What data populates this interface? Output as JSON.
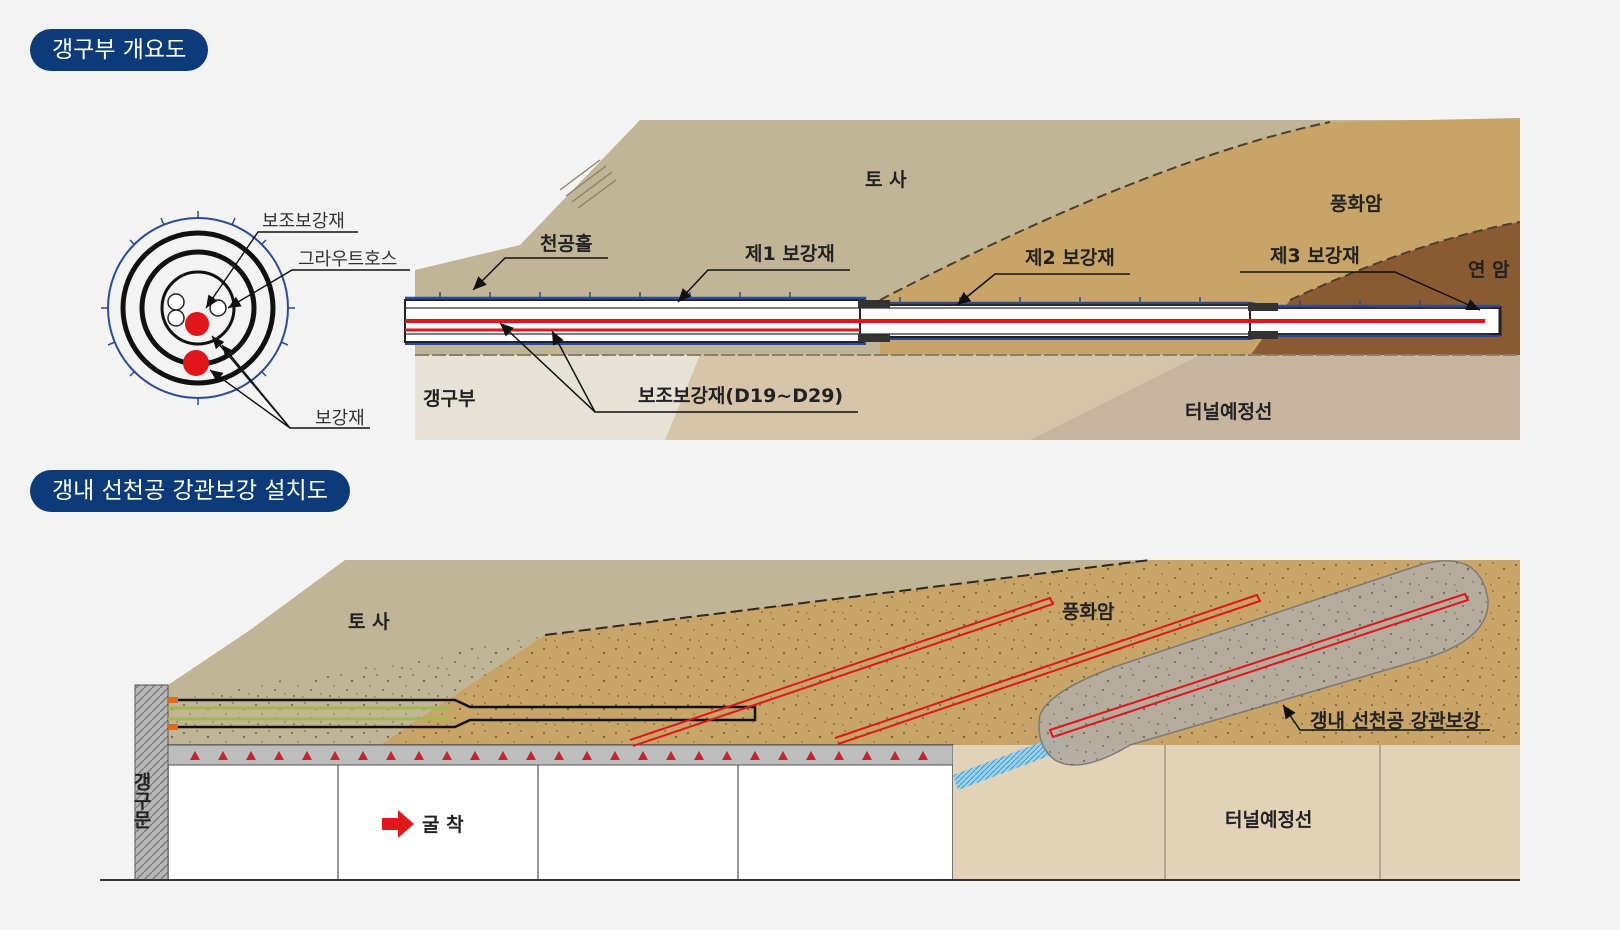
{
  "sections": {
    "top_title": "갱구부 개요도",
    "bottom_title": "갱내 선천공 강관보강 설치도"
  },
  "top_diagram": {
    "soil": "토 사",
    "weathered_rock": "풍화암",
    "soft_rock": "연 암",
    "drill_hole": "천공홀",
    "reinforcement_1": "제1 보강재",
    "reinforcement_2": "제2 보강재",
    "reinforcement_3": "제3 보강재",
    "portal_zone": "갱구부",
    "aux_reinforcement_range": "보조보강재(D19~D29)",
    "tunnel_line": "터널예정선",
    "cross_section": {
      "aux_reinforcement": "보조보강재",
      "grout_hose": "그라우트호스",
      "reinforcement": "보강재"
    }
  },
  "bottom_diagram": {
    "soil": "토 사",
    "weathered_rock": "풍화암",
    "pipe_reinforcement": "갱내 선천공 강관보강",
    "tunnel_line": "터널예정선",
    "portal_door": "갱구문",
    "excavation": "굴 착"
  },
  "colors": {
    "title_pill": "#0d3b7a",
    "soil": "#c1b597",
    "weathered_rock": "#c9a468",
    "soft_rock": "#8a5a33",
    "reinforcement_red": "#e0161b",
    "casing_blue": "#2b4a9a"
  }
}
